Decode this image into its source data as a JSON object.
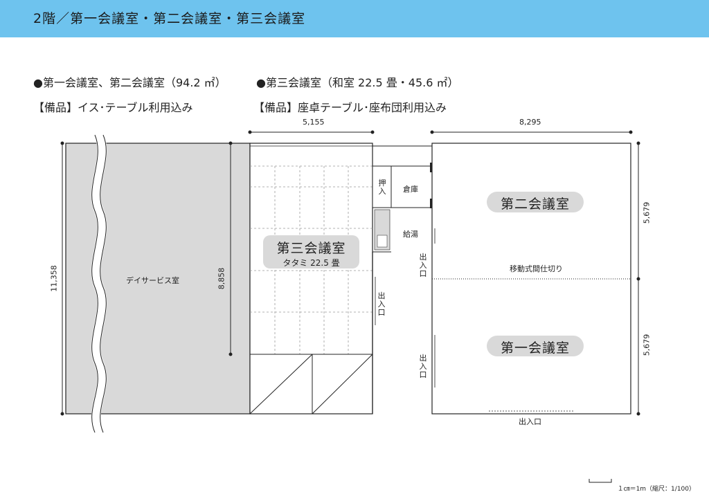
{
  "header": {
    "title": "2階／第一会議室・第二会議室・第三会議室"
  },
  "info": {
    "left_line1": "●第一会議室、第二会議室（94.2 ㎡）",
    "left_line2": "【備品】イス･テーブル利用込み",
    "right_line1": "●第三会議室（和室 22.5 畳・45.6 ㎡）",
    "right_line2": "【備品】座卓テーブル･座布団利用込み"
  },
  "dimensions": {
    "top_left": "5,155",
    "top_right": "8,295",
    "left_total": "11,358",
    "inner_left": "8,858",
    "right_upper": "5,679",
    "right_lower": "5,679"
  },
  "rooms": {
    "day_service": "デイサービス室",
    "room3": {
      "name": "第三会議室",
      "sub": "タタミ 22.5 畳"
    },
    "room2": {
      "name": "第二会議室"
    },
    "room1": {
      "name": "第一会議室"
    },
    "oshiire": "押入",
    "storage": "倉庫",
    "kyuto": "給湯",
    "partition": "移動式間仕切り",
    "entrance": "出入口"
  },
  "scale_note": "１㎝＝1m（縮尺：1/100）",
  "colors": {
    "header": "#6ec3ee",
    "hatch": "#d9d9d9",
    "pill": "#d9d9d9"
  }
}
